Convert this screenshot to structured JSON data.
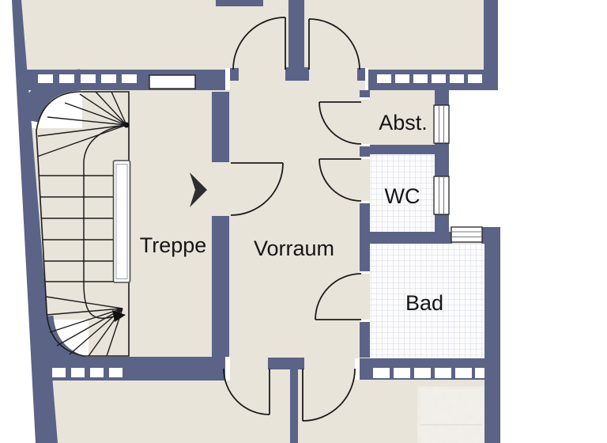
{
  "floorplan": {
    "rooms": {
      "treppe": {
        "label": "Treppe"
      },
      "vorraum": {
        "label": "Vorraum"
      },
      "abst": {
        "label": "Abst."
      },
      "wc": {
        "label": "WC"
      },
      "bad": {
        "label": "Bad"
      }
    },
    "colors": {
      "wall": "#5b6387",
      "floor": "#e8e4da",
      "outline": "#1c1c1c",
      "tile_line": "#ccd0da",
      "tile_bg": "#fcfcfd",
      "label": "#151515",
      "stone": "#eceae3"
    }
  }
}
